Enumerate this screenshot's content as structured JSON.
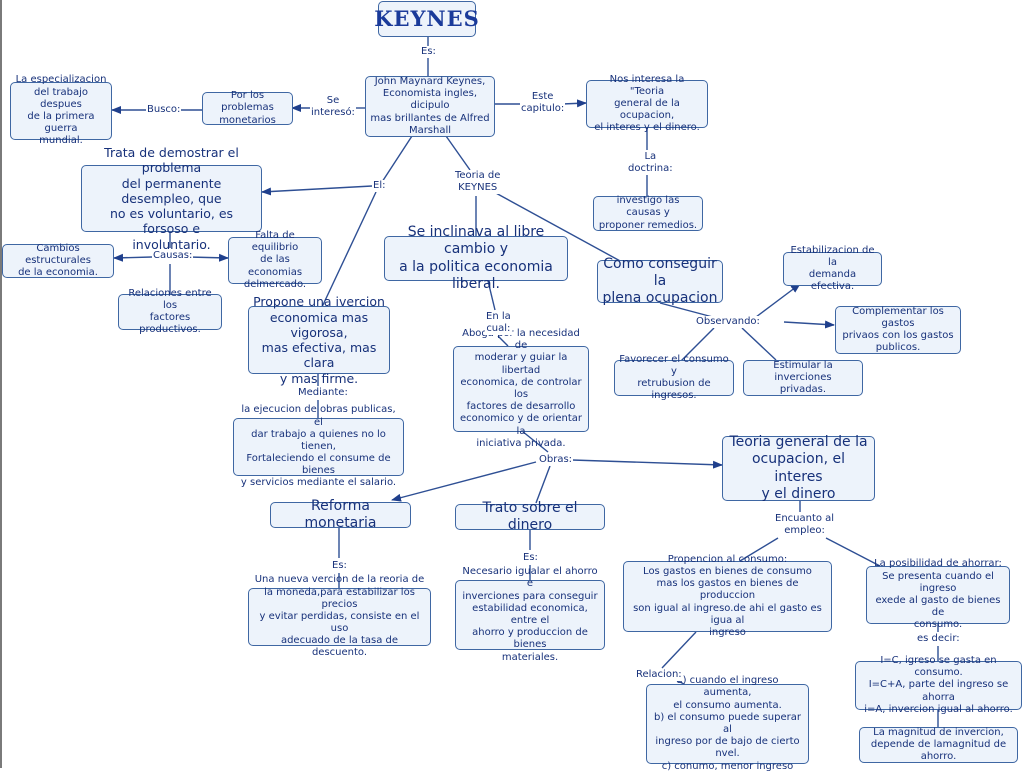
{
  "nodes": {
    "keynes": "KEYNES",
    "john": "John Maynard Keynes,\nEconomista ingles, dicipulo\nmas brillantes de Alfred\nMarshall",
    "problemas": "Por los problemas\nmonetarios",
    "especializacion": "La especializacion\ndel trabajo despues\nde la primera guerra\nmundial.",
    "nos_interesa": "Nos interesa la \"Teoria\ngeneral de la ocupacion,\nel interes y el dinero.",
    "investigo": "investigo las causas y\nproponer remedios.",
    "trata": "Trata de demostrar el problema\ndel permanente desempleo, que\nno es voluntario, es forsoso e\ninvoluntario.",
    "cambios": "Cambios estructurales\nde la economia.",
    "falta": "Falta de equilibrio\nde las economias\ndelmercado.",
    "relaciones": "Relaciones entre los\nfactores productivos.",
    "inclinava": "Se inclinava al libre cambio y\na la politica economia liberal.",
    "conseguir": "Como conseguir la\nplena ocupacion",
    "estabilizacion": "Estabilizacion de la\ndemanda efectiva.",
    "complementar": "Complementar los gastos\nprivaos con los gastos\npublicos.",
    "favorecer": "Favorecer el consumo y\nretrubusion de ingresos.",
    "estimular": "Estimular la inverciones\nprivadas.",
    "propone": "Propone una ivercion\neconomica mas vigorosa,\nmas efectiva, mas clara\ny mas firme.",
    "ejecucion": "la ejecucion de obras publicas, el\ndar trabajo a quienes no lo tienen,\nFortaleciendo el consume de bienes\ny servicios mediante el salario.",
    "aboga": "Aboga por la necesidad de\nmoderar y guiar la libertad\neconomica, de controlar los\nfactores de desarrollo\neconomico y de orientar la\niniciativa privada.",
    "teoria_general": "Teoria general de la\nocupacion, el interes\ny el dinero",
    "reforma": "Reforma monetaria",
    "trato": "Trato sobre el dinero",
    "nueva_vercion": "Una nueva vercion de la reoria de\nla moneda,para estabilizar los precios\ny evitar perdidas, consiste en el uso\nadecuado de la tasa  de descuento.",
    "necesario": "Necesario igualar el ahorro e\ninverciones para conseguir\nestabilidad economica, entre el\nahorro y produccion de bienes\nmateriales.",
    "propencion": "Propencion al consumo:\nLos gastos en bienes de consumo\nmas los gastos en bienes de produccion\nson igual al ingreso.de ahi el gasto es igua al\ningreso",
    "posibilidad": "La posibilidad de ahorrar:\nSe presenta cuando el ingreso\nexede al gasto de bienes de\nconsumo.",
    "cuando": "a) cuando el ingreso aumenta,\nel consumo aumenta.\nb) el consumo puede superar al\ningreso por de bajo de cierto nvel.\nc)  conumo, menor ingreso",
    "ic": "I=C, igreso se gasta en consumo.\nI=C+A, parte del ingreso se ahorra\ni=A, invercion igual al ahorro.",
    "magnitud": "La magnitud de invercion,\ndepende de lamagnitud de ahorro."
  },
  "labels": {
    "es_top": "Es:",
    "se_intereso": "Se\ninteresó:",
    "busco": "Busco:",
    "este_capitulo": "Este\ncapitulo:",
    "la_doctrina": "La\ndoctrina:",
    "el": "El:",
    "teoria_keynes": "Teoria de\nKEYNES",
    "causas": "Causas:",
    "en_la_cual": "En la\ncual:",
    "observando": "Observando:",
    "mediante": "Mediante:",
    "obras": "Obras:",
    "es_reforma": "Es:",
    "es_trato": "Es:",
    "encuanto": "Encuanto al\nempleo:",
    "relacion": "Relacion:",
    "es_decir": "es decir:"
  }
}
